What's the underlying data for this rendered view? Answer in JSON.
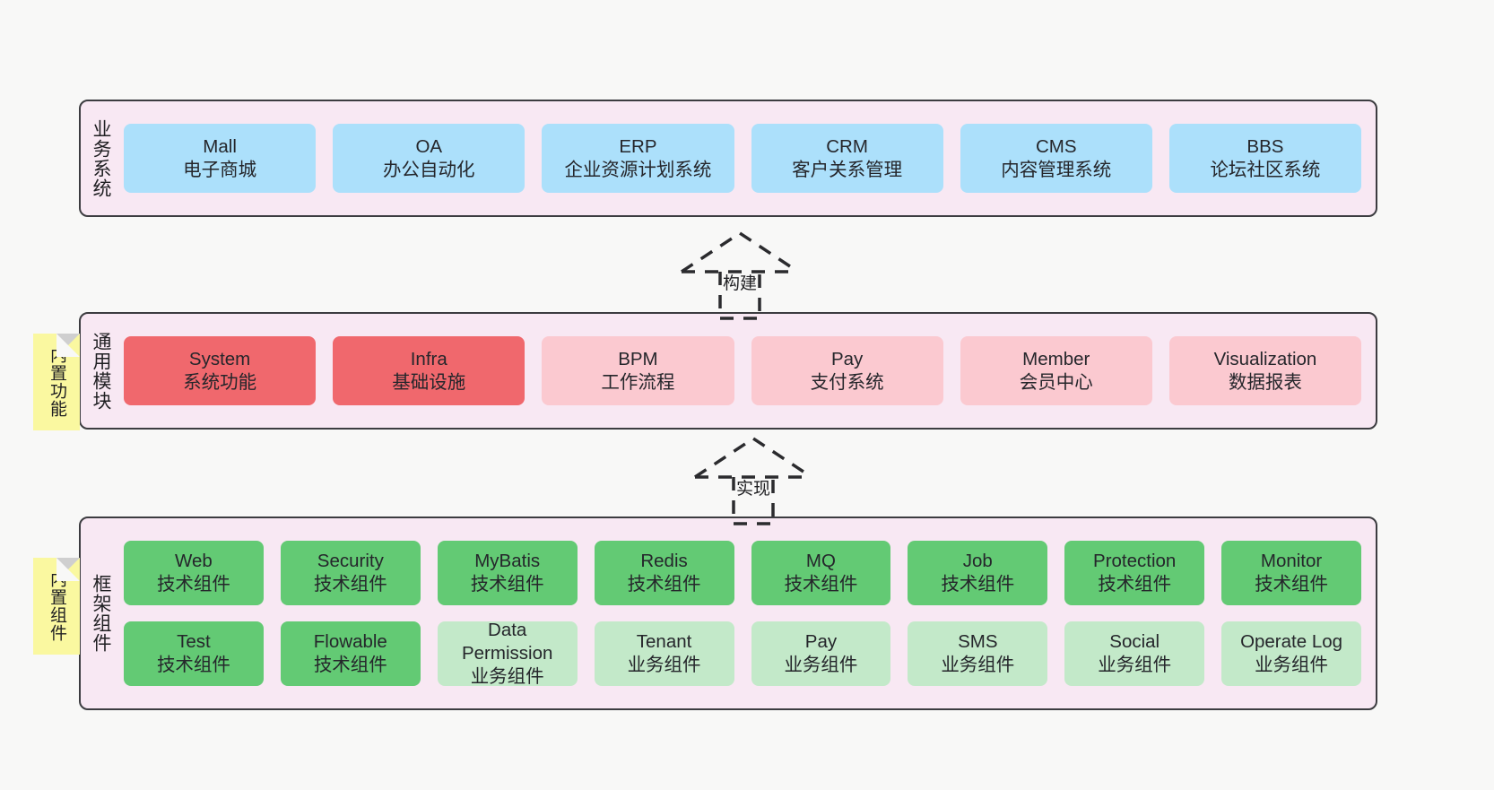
{
  "page": {
    "background": "#f8f8f7",
    "container_fill": "#f8e8f3",
    "border_color": "#3c3c40"
  },
  "colors": {
    "blue": "#ace0fb",
    "red": "#f0686d",
    "pink": "#fbc9d0",
    "green": "#63ca74",
    "light_green": "#c3e9c9",
    "note_yellow": "#faf8a0"
  },
  "layers": [
    {
      "id": "business",
      "label": "业务系统",
      "rows": [
        [
          {
            "title": "Mall",
            "subtitle": "电子商城",
            "color": "blue"
          },
          {
            "title": "OA",
            "subtitle": "办公自动化",
            "color": "blue"
          },
          {
            "title": "ERP",
            "subtitle": "企业资源计划系统",
            "color": "blue"
          },
          {
            "title": "CRM",
            "subtitle": "客户关系管理",
            "color": "blue"
          },
          {
            "title": "CMS",
            "subtitle": "内容管理系统",
            "color": "blue"
          },
          {
            "title": "BBS",
            "subtitle": "论坛社区系统",
            "color": "blue"
          }
        ]
      ]
    },
    {
      "id": "common",
      "label": "通用模块",
      "note": "内置功能",
      "rows": [
        [
          {
            "title": "System",
            "subtitle": "系统功能",
            "color": "red"
          },
          {
            "title": "Infra",
            "subtitle": "基础设施",
            "color": "red"
          },
          {
            "title": "BPM",
            "subtitle": "工作流程",
            "color": "pink"
          },
          {
            "title": "Pay",
            "subtitle": "支付系统",
            "color": "pink"
          },
          {
            "title": "Member",
            "subtitle": "会员中心",
            "color": "pink"
          },
          {
            "title": "Visualization",
            "subtitle": "数据报表",
            "color": "pink"
          }
        ]
      ]
    },
    {
      "id": "framework",
      "label": "框架组件",
      "note": "内置组件",
      "rows": [
        [
          {
            "title": "Web",
            "subtitle": "技术组件",
            "color": "green"
          },
          {
            "title": "Security",
            "subtitle": "技术组件",
            "color": "green"
          },
          {
            "title": "MyBatis",
            "subtitle": "技术组件",
            "color": "green"
          },
          {
            "title": "Redis",
            "subtitle": "技术组件",
            "color": "green"
          },
          {
            "title": "MQ",
            "subtitle": "技术组件",
            "color": "green"
          },
          {
            "title": "Job",
            "subtitle": "技术组件",
            "color": "green"
          },
          {
            "title": "Protection",
            "subtitle": "技术组件",
            "color": "green"
          },
          {
            "title": "Monitor",
            "subtitle": "技术组件",
            "color": "green"
          }
        ],
        [
          {
            "title": "Test",
            "subtitle": "技术组件",
            "color": "green"
          },
          {
            "title": "Flowable",
            "subtitle": "技术组件",
            "color": "green"
          },
          {
            "title": "Data Permission",
            "subtitle": "业务组件",
            "color": "light_green"
          },
          {
            "title": "Tenant",
            "subtitle": "业务组件",
            "color": "light_green"
          },
          {
            "title": "Pay",
            "subtitle": "业务组件",
            "color": "light_green"
          },
          {
            "title": "SMS",
            "subtitle": "业务组件",
            "color": "light_green"
          },
          {
            "title": "Social",
            "subtitle": "业务组件",
            "color": "light_green"
          },
          {
            "title": "Operate Log",
            "subtitle": "业务组件",
            "color": "light_green"
          }
        ]
      ]
    }
  ],
  "connectors": [
    {
      "id": "build",
      "label": "构建",
      "style": "dashed-generalization"
    },
    {
      "id": "impl",
      "label": "实现",
      "style": "dashed-generalization"
    }
  ]
}
